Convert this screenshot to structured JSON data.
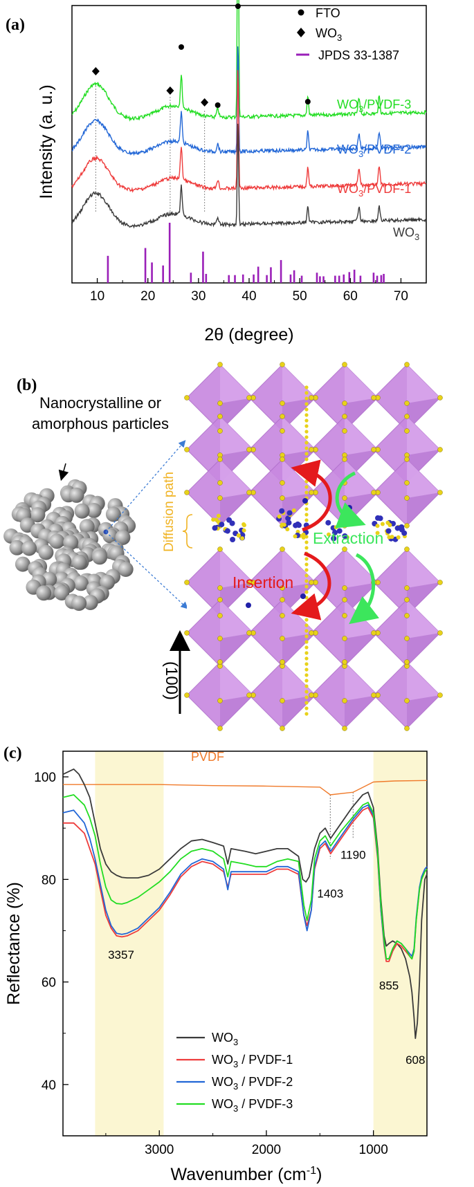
{
  "panel_labels": {
    "a": "(a)",
    "b": "(b)",
    "c": "(c)"
  },
  "colors": {
    "wo3": "#3a3a3a",
    "pvdf1": "#ee3b3b",
    "pvdf2": "#2166d6",
    "pvdf3": "#22dd22",
    "pvdf": "#f07a2a",
    "jpds": "#9a1fb8",
    "highlight": "#fbf6d2",
    "purple": "#c889e0",
    "yellow": "#e8d21a",
    "diffusion": "#f0b323",
    "insertion": "#e41a1c",
    "extraction": "#3ce65c"
  },
  "chart_data": [
    {
      "type": "line",
      "title": "",
      "xlabel": "2θ (degree)",
      "ylabel": "Intensity (a. u.)",
      "xlim": [
        5,
        75
      ],
      "xticks": [
        "10",
        "20",
        "30",
        "40",
        "50",
        "60",
        "70"
      ],
      "legend": [
        {
          "symbol": "●",
          "label": "FTO"
        },
        {
          "symbol": "◆",
          "label": "WO3"
        },
        {
          "symbol": "line",
          "label": "JPDS 33-1387"
        }
      ],
      "series": [
        {
          "name": "WO3/PVDF-3",
          "label_main": "WO",
          "label_sub": "3",
          "label_rest": "/PVDF-3",
          "baseline": 0.7,
          "hump": 0.25
        },
        {
          "name": "WO3/PVDF-2",
          "label_main": "WO",
          "label_sub": "3",
          "label_rest": "/PVDF-2",
          "baseline": 0.47,
          "hump": 0.2
        },
        {
          "name": "WO3/PVDF-1",
          "label_main": "WO",
          "label_sub": "3",
          "label_rest": "/PVDF-1",
          "baseline": 0.26,
          "hump": 0.18
        },
        {
          "name": "WO3",
          "label_main": "WO",
          "label_sub": "3",
          "label_rest": "",
          "baseline": 0.0,
          "hump": 0.2
        }
      ],
      "fto_peaks": [
        26.6,
        33.8,
        37.8,
        51.6,
        61.7,
        65.7
      ],
      "wo3_markers": [
        9.7,
        24.4,
        31.2
      ],
      "fto_markers": [
        26.6,
        33.8,
        37.8,
        51.6
      ],
      "jpds_reference": {
        "x": [
          12.1,
          19.5,
          20.8,
          23.0,
          24.3,
          28.5,
          30.9,
          31.5,
          36.0,
          37.2,
          38.8,
          40.9,
          41.8,
          43.5,
          44.3,
          46.3,
          48.2,
          48.9,
          50.4,
          53.4,
          54.0,
          54.7,
          57.0,
          57.8,
          58.7,
          59.8,
          60.8,
          62.0,
          64.6,
          65.3,
          66.1,
          66.6
        ],
        "h": [
          0.45,
          0.58,
          0.34,
          0.29,
          1.0,
          0.17,
          0.52,
          0.15,
          0.13,
          0.13,
          0.14,
          0.14,
          0.27,
          0.13,
          0.26,
          0.38,
          0.14,
          0.21,
          0.12,
          0.17,
          0.11,
          0.11,
          0.12,
          0.12,
          0.14,
          0.18,
          0.22,
          0.12,
          0.17,
          0.12,
          0.13,
          0.15
        ]
      }
    },
    {
      "type": "line",
      "title": "",
      "xlabel": "Wavenumber (cm-1)",
      "xlabel_main": "Wavenumber (cm",
      "xlabel_sup": "-1",
      "xlabel_close": ")",
      "ylabel": "Reflectance (%)",
      "xlim": [
        3900,
        500
      ],
      "ylim": [
        30,
        105
      ],
      "xticks": [
        3000,
        2000,
        1000
      ],
      "yticks": [
        40,
        60,
        80,
        100
      ],
      "highlight_bands": [
        [
          3600,
          2960
        ],
        [
          1000,
          500
        ]
      ],
      "legend_position": "bottom-left",
      "series": [
        {
          "name": "PVDF",
          "x": [
            3900,
            3600,
            3000,
            2500,
            2000,
            1500,
            1403,
            1190,
            1000,
            800,
            500
          ],
          "y": [
            98.5,
            98.5,
            98.5,
            98.3,
            98.2,
            98.0,
            96.5,
            97.0,
            99.0,
            99.2,
            99.3
          ]
        },
        {
          "name": "WO3",
          "label_main": "WO",
          "label_sub": "3",
          "label_rest": "",
          "x": [
            3900,
            3850,
            3800,
            3750,
            3700,
            3650,
            3600,
            3550,
            3500,
            3450,
            3400,
            3350,
            3300,
            3200,
            3100,
            3000,
            2900,
            2800,
            2700,
            2600,
            2500,
            2400,
            2360,
            2330,
            2200,
            2100,
            2000,
            1900,
            1800,
            1700,
            1660,
            1630,
            1600,
            1550,
            1500,
            1450,
            1400,
            1300,
            1200,
            1100,
            1050,
            1000,
            960,
            930,
            900,
            880,
            855,
            820,
            780,
            740,
            700,
            660,
            640,
            620,
            608,
            590,
            570,
            550,
            520,
            500
          ],
          "y": [
            100.5,
            101.0,
            101.5,
            100.5,
            98.5,
            96.0,
            91.0,
            86.0,
            83.0,
            81.5,
            80.8,
            80.4,
            80.3,
            80.3,
            80.8,
            82.0,
            84.0,
            86.0,
            87.5,
            87.8,
            87.2,
            86.5,
            83.0,
            86.0,
            85.5,
            85.0,
            85.5,
            86.0,
            86.0,
            84.5,
            80.0,
            79.5,
            80.5,
            86.0,
            89.0,
            90.0,
            88.0,
            91.0,
            94.0,
            96.5,
            97.0,
            94.0,
            86.0,
            76.0,
            69.0,
            67.0,
            67.5,
            68.0,
            67.5,
            66.5,
            64.5,
            61.0,
            58.0,
            53.0,
            49.0,
            52.0,
            60.0,
            72.0,
            80.0,
            81.0
          ]
        },
        {
          "name": "WO3 / PVDF-1",
          "label_main": "WO",
          "label_sub": "3",
          "label_rest": " / PVDF-1",
          "x": [
            3900,
            3800,
            3700,
            3650,
            3600,
            3550,
            3500,
            3450,
            3400,
            3350,
            3300,
            3200,
            3100,
            3000,
            2900,
            2800,
            2700,
            2600,
            2500,
            2400,
            2360,
            2330,
            2200,
            2100,
            2000,
            1900,
            1800,
            1700,
            1650,
            1620,
            1580,
            1550,
            1500,
            1450,
            1400,
            1300,
            1200,
            1100,
            1050,
            1000,
            960,
            930,
            900,
            880,
            855,
            820,
            780,
            740,
            700,
            660,
            640,
            620,
            600,
            570,
            550,
            520,
            500
          ],
          "y": [
            91.0,
            91.0,
            89.0,
            86.0,
            83.0,
            78.0,
            73.0,
            70.5,
            69.0,
            68.8,
            69.0,
            70.0,
            72.0,
            74.0,
            77.0,
            80.5,
            82.5,
            83.5,
            83.0,
            81.5,
            78.5,
            81.0,
            81.0,
            81.0,
            81.0,
            82.0,
            82.0,
            81.0,
            73.0,
            71.0,
            74.0,
            82.0,
            86.0,
            87.0,
            85.0,
            88.0,
            91.0,
            93.5,
            94.0,
            92.0,
            84.0,
            74.0,
            67.0,
            64.0,
            64.0,
            66.0,
            67.5,
            67.0,
            66.0,
            65.0,
            64.5,
            66.0,
            72.0,
            78.0,
            80.0,
            81.5,
            82.0
          ]
        },
        {
          "name": "WO3 / PVDF-2",
          "label_main": "WO",
          "label_sub": "3",
          "label_rest": " / PVDF-2",
          "x": [
            3900,
            3800,
            3700,
            3650,
            3600,
            3550,
            3500,
            3450,
            3400,
            3350,
            3300,
            3200,
            3100,
            3000,
            2900,
            2800,
            2700,
            2600,
            2500,
            2400,
            2360,
            2330,
            2200,
            2100,
            2000,
            1900,
            1800,
            1700,
            1650,
            1620,
            1580,
            1550,
            1500,
            1450,
            1400,
            1300,
            1200,
            1100,
            1050,
            1000,
            960,
            930,
            900,
            880,
            855,
            820,
            780,
            740,
            700,
            660,
            640,
            620,
            600,
            570,
            550,
            520,
            500
          ],
          "y": [
            93.0,
            93.5,
            91.0,
            88.0,
            84.0,
            79.0,
            74.0,
            71.0,
            69.5,
            69.3,
            69.5,
            70.5,
            72.5,
            74.5,
            77.5,
            81.0,
            83.0,
            84.0,
            83.5,
            82.0,
            78.0,
            81.5,
            81.5,
            81.5,
            81.5,
            82.5,
            82.5,
            81.5,
            73.0,
            70.0,
            74.0,
            82.5,
            86.5,
            87.5,
            85.5,
            88.5,
            91.5,
            94.0,
            94.5,
            92.5,
            84.5,
            74.0,
            67.5,
            64.5,
            64.5,
            66.5,
            68.0,
            67.5,
            66.5,
            65.5,
            65.0,
            66.5,
            72.5,
            78.5,
            80.5,
            82.0,
            82.5
          ]
        },
        {
          "name": "WO3 / PVDF-3",
          "label_main": "WO",
          "label_sub": "3",
          "label_rest": " / PVDF-3",
          "x": [
            3900,
            3800,
            3700,
            3650,
            3600,
            3550,
            3500,
            3450,
            3400,
            3350,
            3300,
            3200,
            3100,
            3000,
            2900,
            2800,
            2700,
            2600,
            2500,
            2400,
            2360,
            2330,
            2200,
            2100,
            2000,
            1900,
            1800,
            1700,
            1650,
            1620,
            1580,
            1550,
            1500,
            1450,
            1400,
            1300,
            1200,
            1100,
            1050,
            1000,
            960,
            930,
            900,
            880,
            855,
            820,
            780,
            740,
            700,
            660,
            640,
            620,
            600,
            570,
            550,
            520,
            500
          ],
          "y": [
            96.0,
            96.5,
            94.5,
            92.0,
            88.5,
            83.0,
            78.5,
            76.0,
            75.3,
            75.2,
            75.5,
            76.5,
            78.0,
            79.5,
            81.5,
            84.0,
            85.5,
            86.0,
            85.5,
            84.0,
            80.5,
            83.5,
            83.0,
            82.5,
            82.5,
            83.5,
            84.0,
            83.5,
            75.0,
            72.0,
            76.0,
            84.0,
            87.5,
            88.5,
            86.5,
            89.5,
            92.0,
            94.5,
            95.0,
            93.0,
            85.0,
            75.0,
            68.0,
            64.5,
            64.5,
            66.5,
            68.0,
            67.5,
            66.5,
            65.0,
            64.5,
            66.0,
            72.0,
            78.0,
            80.0,
            81.5,
            82.0
          ]
        }
      ],
      "annotations": [
        {
          "text": "3357",
          "x": 3357,
          "y": 64.5
        },
        {
          "text": "1403",
          "x": 1403,
          "y": 76.5
        },
        {
          "text": "1190",
          "x": 1190,
          "y": 84.0
        },
        {
          "text": "855",
          "x": 855,
          "y": 58.5
        },
        {
          "text": "608",
          "x": 608,
          "y": 44.0
        }
      ]
    }
  ],
  "diagram": {
    "left_label_line1": "Nanocrystalline or",
    "left_label_line2": "amorphous particles",
    "diffusion_label": "Diffusion path",
    "insertion_label": "Insertion",
    "extraction_label": "Extraction",
    "axis_label": "(100)"
  }
}
